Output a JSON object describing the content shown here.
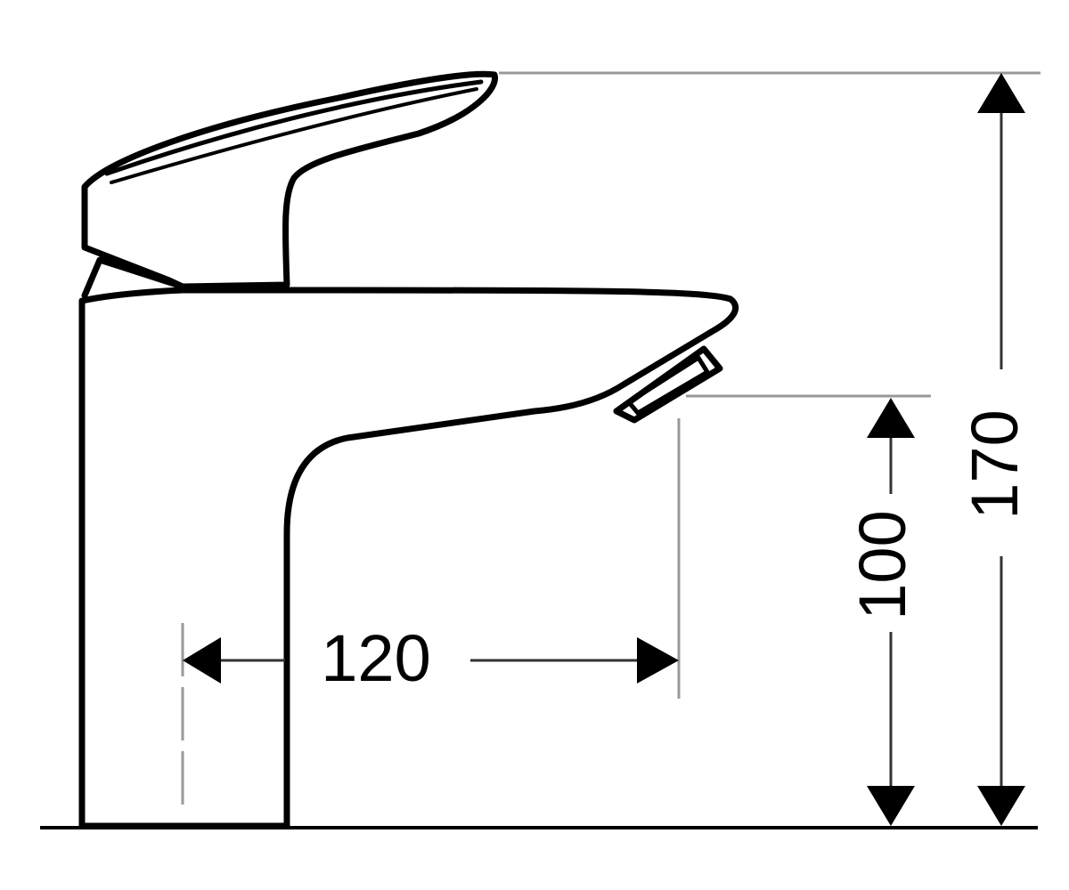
{
  "diagram": {
    "dimensions": {
      "spout_reach": {
        "label": "120"
      },
      "spout_height": {
        "label": "100"
      },
      "total_height": {
        "label": "170"
      }
    },
    "colors": {
      "outline": "#000000",
      "dimension_line": "#333333",
      "extension_line": "#999999",
      "background": "#ffffff"
    }
  }
}
